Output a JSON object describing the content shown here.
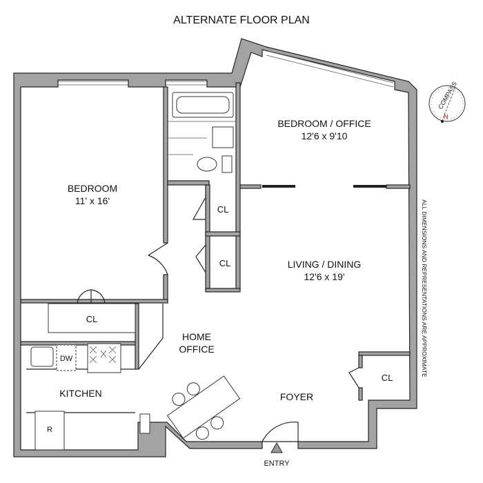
{
  "title": "ALTERNATE FLOOR PLAN",
  "rooms": {
    "bedroom": {
      "name": "BEDROOM",
      "size": "11' x 16'"
    },
    "bedroom_office": {
      "name": "BEDROOM / OFFICE",
      "size": "12'6 x 9'10"
    },
    "living_dining": {
      "name": "LIVING / DINING",
      "size": "12'6 x 19'"
    },
    "home_office": {
      "name_line1": "HOME",
      "name_line2": "OFFICE"
    },
    "kitchen": {
      "name": "KITCHEN"
    },
    "foyer": {
      "name": "FOYER"
    },
    "closet": "CL"
  },
  "appliances": {
    "dishwasher": "DW",
    "refrigerator": "R"
  },
  "entry": "ENTRY",
  "compass": {
    "label": "COMPASS",
    "north": "N"
  },
  "disclaimer": "ALL DIMENSIONS AND REPRESENTATIONS ARE APPROXIMATE"
}
